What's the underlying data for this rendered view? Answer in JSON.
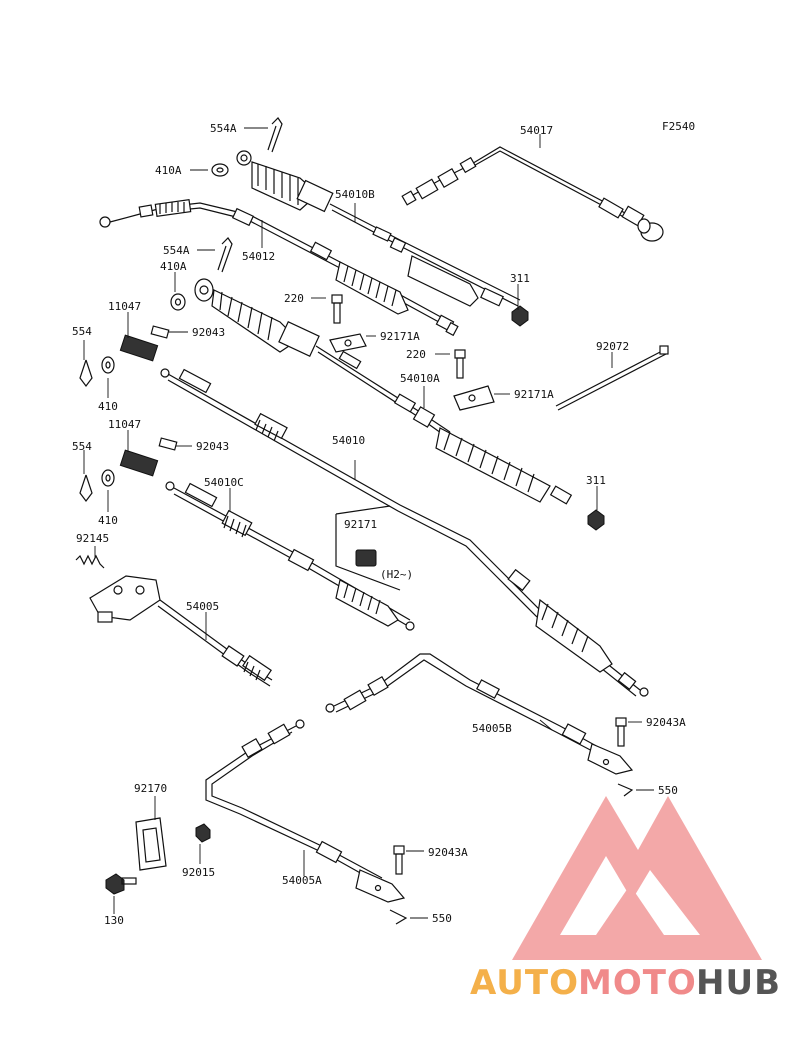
{
  "figure_code": "F2540",
  "labels": {
    "l554A_1": "554A",
    "l410A_1": "410A",
    "l54017": "54017",
    "l54010B": "54010B",
    "l54012": "54012",
    "l554A_2": "554A",
    "l410A_2": "410A",
    "l311_1": "311",
    "l220_1": "220",
    "l11047_1": "11047",
    "l92043_1": "92043",
    "l92171A_1": "92171A",
    "l554_1": "554",
    "l220_2": "220",
    "l92072": "92072",
    "l410_1": "410",
    "l54010A": "54010A",
    "l92171A_2": "92171A",
    "l11047_2": "11047",
    "l92043_2": "92043",
    "l54010": "54010",
    "l554_2": "554",
    "l54010C": "54010C",
    "l311_2": "311",
    "l410_2": "410",
    "l92171": "92171",
    "l92145": "92145",
    "lH2": "(H2~)",
    "l54005": "54005",
    "l92043A_1": "92043A",
    "l54005B": "54005B",
    "l550_1": "550",
    "l92170": "92170",
    "l92043A_2": "92043A",
    "l92015": "92015",
    "l54005A": "54005A",
    "l550_2": "550",
    "l130": "130"
  },
  "watermark": {
    "text": "AUTOMOTOHUB",
    "colors": {
      "auto": "#f4b04a",
      "moto": "#f08a8a",
      "hub": "#555555",
      "logo": "#f29a9a"
    }
  }
}
